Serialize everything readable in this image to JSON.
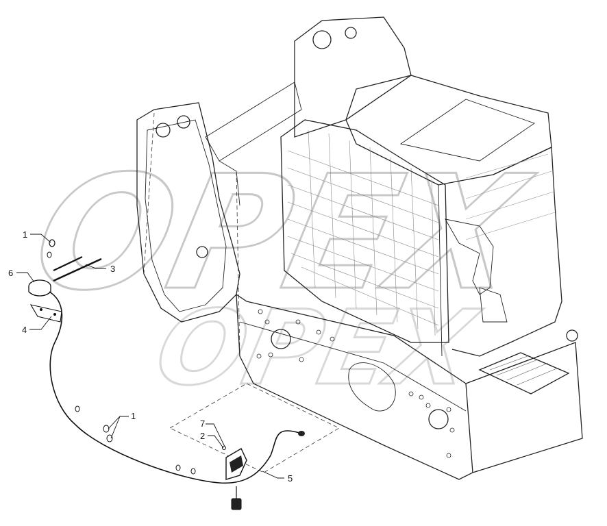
{
  "watermark": {
    "line1": "OPEX",
    "line2": "OPEX"
  },
  "callouts": [
    {
      "id": "c1a",
      "label": "1"
    },
    {
      "id": "c6",
      "label": "6"
    },
    {
      "id": "c3",
      "label": "3"
    },
    {
      "id": "c4",
      "label": "4"
    },
    {
      "id": "c1b",
      "label": "1"
    },
    {
      "id": "c7",
      "label": "7"
    },
    {
      "id": "c2",
      "label": "2"
    },
    {
      "id": "c5",
      "label": "5"
    }
  ]
}
